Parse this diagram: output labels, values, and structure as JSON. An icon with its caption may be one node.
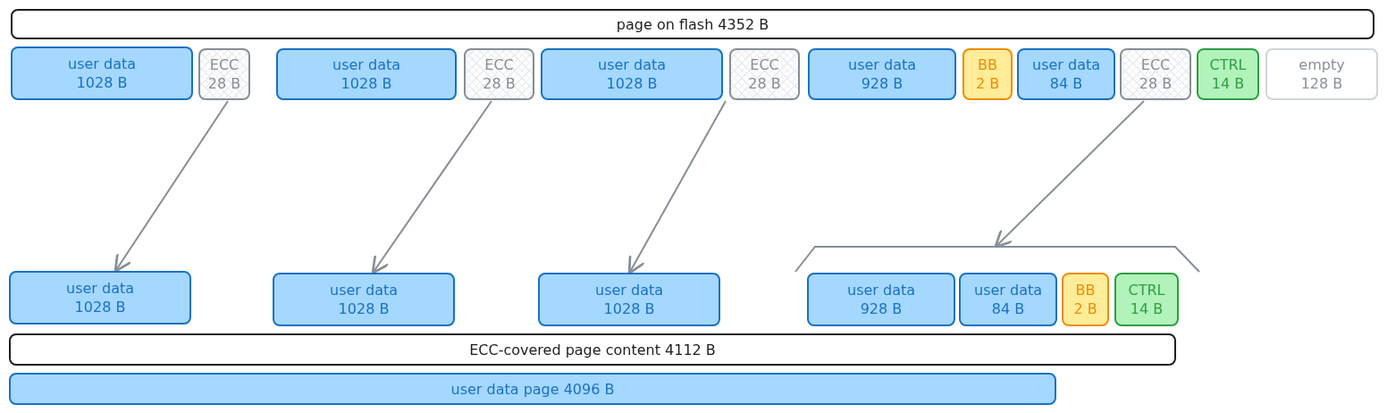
{
  "diagram": {
    "nodes": [
      {
        "text": [
          "page on flash 4352 B"
        ]
      },
      {
        "text": [
          "user data 1028 B"
        ]
      },
      {
        "text": [
          "ECC 28 B"
        ]
      },
      {
        "text": [
          "user data 1028 B"
        ]
      },
      {
        "text": [
          "ECC 28 B"
        ]
      },
      {
        "text": [
          "user data 1028 B"
        ]
      },
      {
        "text": [
          "ECC 28 B"
        ]
      },
      {
        "text": [
          "user data 928 B"
        ]
      },
      {
        "text": [
          "BB 2 B"
        ]
      },
      {
        "text": [
          "user data 84 B"
        ]
      },
      {
        "text": [
          "ECC 28 B"
        ]
      },
      {
        "text": [
          "CTRL 14 B"
        ]
      },
      {
        "text": [
          "empty 128 B"
        ]
      },
      {
        "text": [],
        "shape": "bracket"
      },
      {
        "text": [
          "user data 1028 B"
        ]
      },
      {
        "text": [
          "user data 1028 B"
        ]
      },
      {
        "text": [
          "user data 1028 B"
        ]
      },
      {
        "text": [
          "user data 928 B"
        ]
      },
      {
        "text": [
          "user data 84 B"
        ]
      },
      {
        "text": [
          "BB 2 B"
        ]
      },
      {
        "text": [
          "CTRL 14 B"
        ]
      },
      {
        "text": [
          "ECC-covered page content 4112 B"
        ]
      },
      {
        "text": [
          "user data page 4096 B"
        ]
      }
    ],
    "edges": [
      {
        "from": 2,
        "to": 14,
        "arrow": "to"
      },
      {
        "from": 4,
        "to": 15,
        "arrow": "to"
      },
      {
        "from": 6,
        "to": 16,
        "arrow": "to"
      },
      {
        "from": 10,
        "to": 13,
        "arrow": "to"
      }
    ]
  }
}
